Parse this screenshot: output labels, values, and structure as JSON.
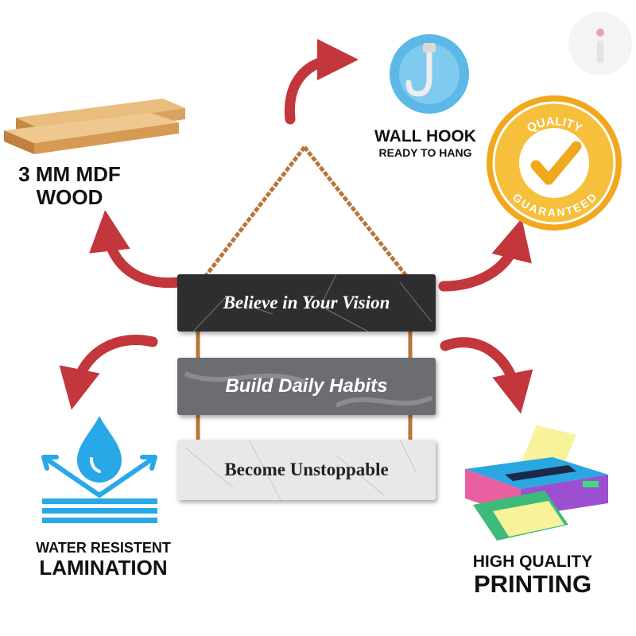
{
  "features": {
    "wood": {
      "line1": "3 MM MDF",
      "line2": "WOOD"
    },
    "hook": {
      "title": "WALL HOOK",
      "subtitle": "READY TO HANG"
    },
    "quality_badge": {
      "top_text": "QUALITY",
      "bottom_text": "GUARANTEED"
    },
    "lamination": {
      "line1": "WATER RESISTENT",
      "line2": "LAMINATION"
    },
    "printing": {
      "line1": "HIGH QUALITY",
      "line2": "PRINTING"
    }
  },
  "planks": [
    {
      "text": "Believe in Your Vision",
      "color": "#2e2e30"
    },
    {
      "text": "Build Daily Habits",
      "color": "#6b6d73"
    },
    {
      "text": "Become Unstoppable",
      "color": "#e6e8ea"
    }
  ],
  "colors": {
    "arrow": "#c3363c",
    "water": "#29a8e8",
    "badge_gold": "#f2a81d",
    "rope": "#b8763a"
  },
  "icons": [
    "wood-planks-icon",
    "wall-hook-icon",
    "quality-badge-icon",
    "water-drop-icon",
    "printer-icon",
    "brand-logo-icon"
  ]
}
